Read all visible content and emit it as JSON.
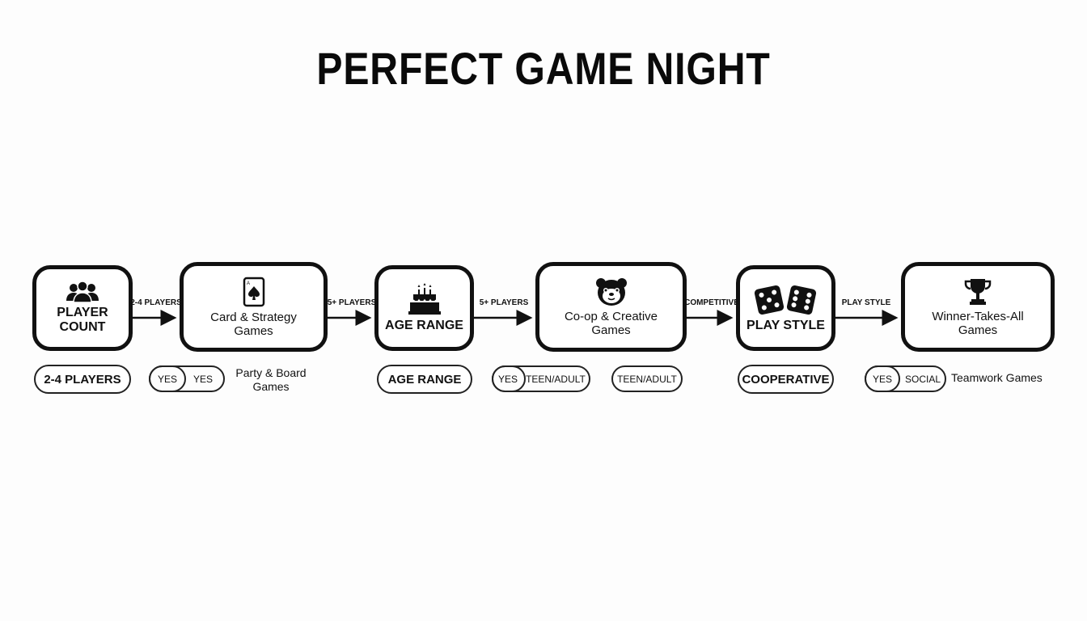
{
  "title": "PERFECT GAME NIGHT",
  "nodes": [
    {
      "label_line1": "PLAYER",
      "label_line2": "COUNT",
      "icon": "people-icon"
    },
    {
      "label_line1": "Card & Strategy",
      "label_line2": "Games",
      "icon": "playing-card-icon"
    },
    {
      "label": "AGE RANGE",
      "icon": "birthday-cake-icon"
    },
    {
      "label_line1": "Co-op & Creative",
      "label_line2": "Games",
      "icon": "bear-face-icon"
    },
    {
      "label": "PLAY STYLE",
      "icon": "dice-icon"
    },
    {
      "label_line1": "Winner-Takes-All",
      "label_line2": "Games",
      "icon": "trophy-icon"
    }
  ],
  "edges": [
    "2-4 PLAYERS",
    "5+ PLAYERS",
    "5+ PLAYERS",
    "COMPETITIVE",
    "PLAY STYLE"
  ],
  "row2": {
    "players_pill": "2-4 PLAYERS",
    "yes_a": "YES",
    "yes_b": "YES",
    "party_line1": "Party & Board",
    "party_line2": "Games",
    "age_pill": "AGE RANGE",
    "yes_c": "YES",
    "teen_a": "TEEN/ADULT",
    "teen_b": "TEEN/ADULT",
    "coop_pill": "COOPERATIVE",
    "yes_d": "YES",
    "social": "SOCIAL",
    "teamwork": "Teamwork Games"
  },
  "colors": {
    "stroke": "#111111",
    "background": "#fdfdfd"
  }
}
